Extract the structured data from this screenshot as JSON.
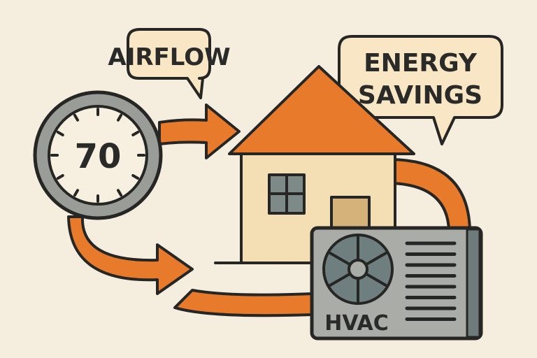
{
  "colors": {
    "background": "#f5eedf",
    "orange": "#e87a2c",
    "bubble": "#f8e6c4",
    "house_wall": "#f4dfb5",
    "door": "#d4b27a",
    "gray": "#9a9c98",
    "hvac_body": "#a9aca7",
    "hvac_dark": "#6f7f80",
    "outline": "#262624"
  },
  "thermostat": {
    "temperature": "70"
  },
  "bubbles": {
    "airflow": "AIRFLOW",
    "energy_line1": "ENERGY",
    "energy_line2": "SAVINGS"
  },
  "hvac": {
    "label": "HVAC"
  }
}
